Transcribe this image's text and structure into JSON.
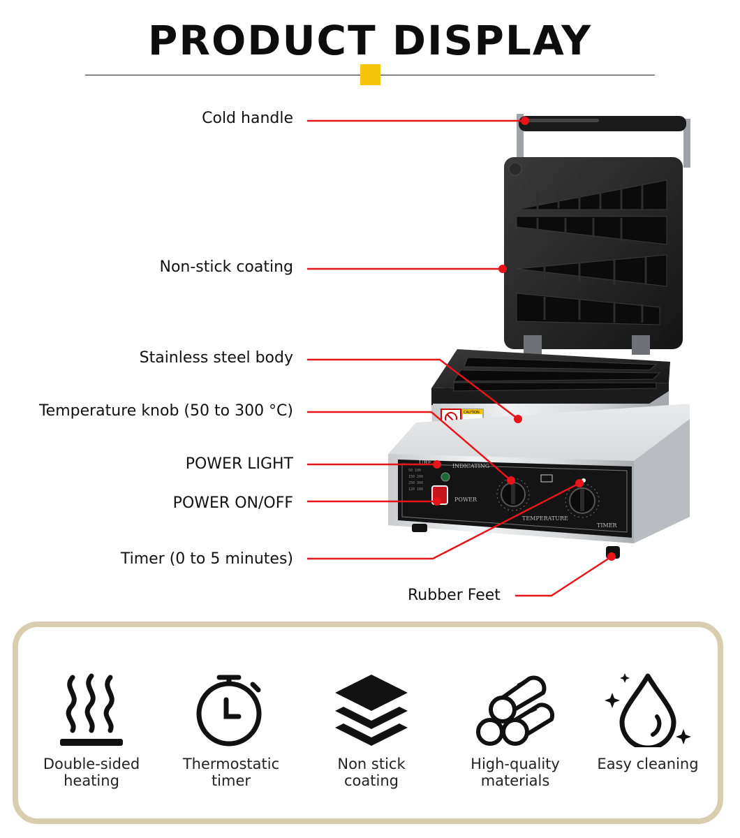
{
  "header": {
    "title": "PRODUCT DISPLAY"
  },
  "callouts": {
    "cold_handle": "Cold handle",
    "non_stick_coating": "Non-stick coating",
    "stainless_body": "Stainless steel body",
    "temperature_knob": "Temperature knob (50 to 300 °C)",
    "power_light": "POWER LIGHT",
    "power_switch": "POWER ON/OFF",
    "timer": "Timer (0 to 5 minutes)",
    "rubber_feet": "Rubber Feet"
  },
  "machine": {
    "caution_label": "CAUTION",
    "panel_power": "POWER",
    "panel_temperature": "TEMPERATURE",
    "panel_timer": "TIMER"
  },
  "features": [
    {
      "icon": "heat-waves-icon",
      "line1": "Double-sided",
      "line2": "heating"
    },
    {
      "icon": "stopwatch-icon",
      "line1": "Thermostatic",
      "line2": "timer"
    },
    {
      "icon": "layers-icon",
      "line1": "Non stick",
      "line2": "coating"
    },
    {
      "icon": "logs-icon",
      "line1": "High-quality",
      "line2": "materials"
    },
    {
      "icon": "water-drop-icon",
      "line1": "Easy cleaning",
      "line2": ""
    }
  ],
  "colors": {
    "accent": "#f7c40a",
    "callout_line": "#e8141b",
    "panel_border": "#d9cdb0"
  }
}
